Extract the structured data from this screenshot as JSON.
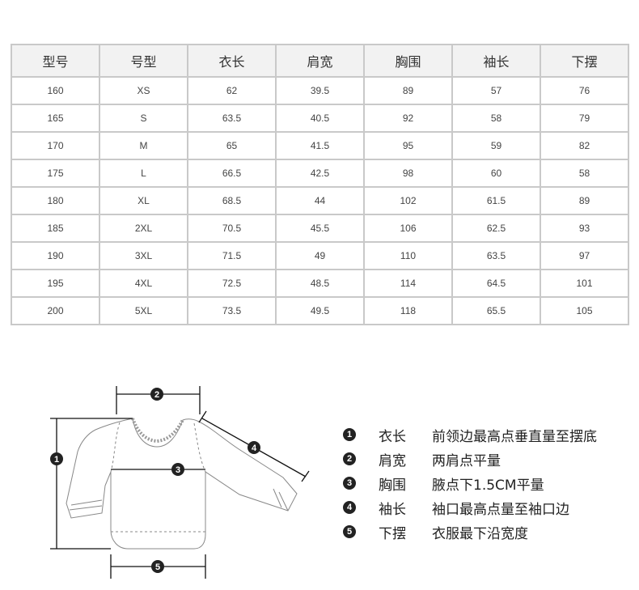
{
  "table": {
    "headers": [
      "型号",
      "号型",
      "衣长",
      "肩宽",
      "胸围",
      "袖长",
      "下摆"
    ],
    "rows": [
      [
        "160",
        "XS",
        "62",
        "39.5",
        "89",
        "57",
        "76"
      ],
      [
        "165",
        "S",
        "63.5",
        "40.5",
        "92",
        "58",
        "79"
      ],
      [
        "170",
        "M",
        "65",
        "41.5",
        "95",
        "59",
        "82"
      ],
      [
        "175",
        "L",
        "66.5",
        "42.5",
        "98",
        "60",
        "58"
      ],
      [
        "180",
        "XL",
        "68.5",
        "44",
        "102",
        "61.5",
        "89"
      ],
      [
        "185",
        "2XL",
        "70.5",
        "45.5",
        "106",
        "62.5",
        "93"
      ],
      [
        "190",
        "3XL",
        "71.5",
        "49",
        "110",
        "63.5",
        "97"
      ],
      [
        "195",
        "4XL",
        "72.5",
        "48.5",
        "114",
        "64.5",
        "101"
      ],
      [
        "200",
        "5XL",
        "73.5",
        "49.5",
        "118",
        "65.5",
        "105"
      ]
    ]
  },
  "diagram": {
    "markers": [
      "1",
      "2",
      "3",
      "4",
      "5"
    ]
  },
  "legend": [
    {
      "num": "1",
      "term": "衣长",
      "desc": "前领边最高点垂直量至摆底"
    },
    {
      "num": "2",
      "term": "肩宽",
      "desc": "两肩点平量"
    },
    {
      "num": "3",
      "term": "胸围",
      "desc": "腋点下1.5CM平量"
    },
    {
      "num": "4",
      "term": "袖长",
      "desc": "袖口最高点量至袖口边"
    },
    {
      "num": "5",
      "term": "下摆",
      "desc": "衣服最下沿宽度"
    }
  ],
  "colors": {
    "border": "#c9c9c9",
    "header_bg": "#f2f2f2",
    "outline": "#888888",
    "marker": "#222222"
  }
}
